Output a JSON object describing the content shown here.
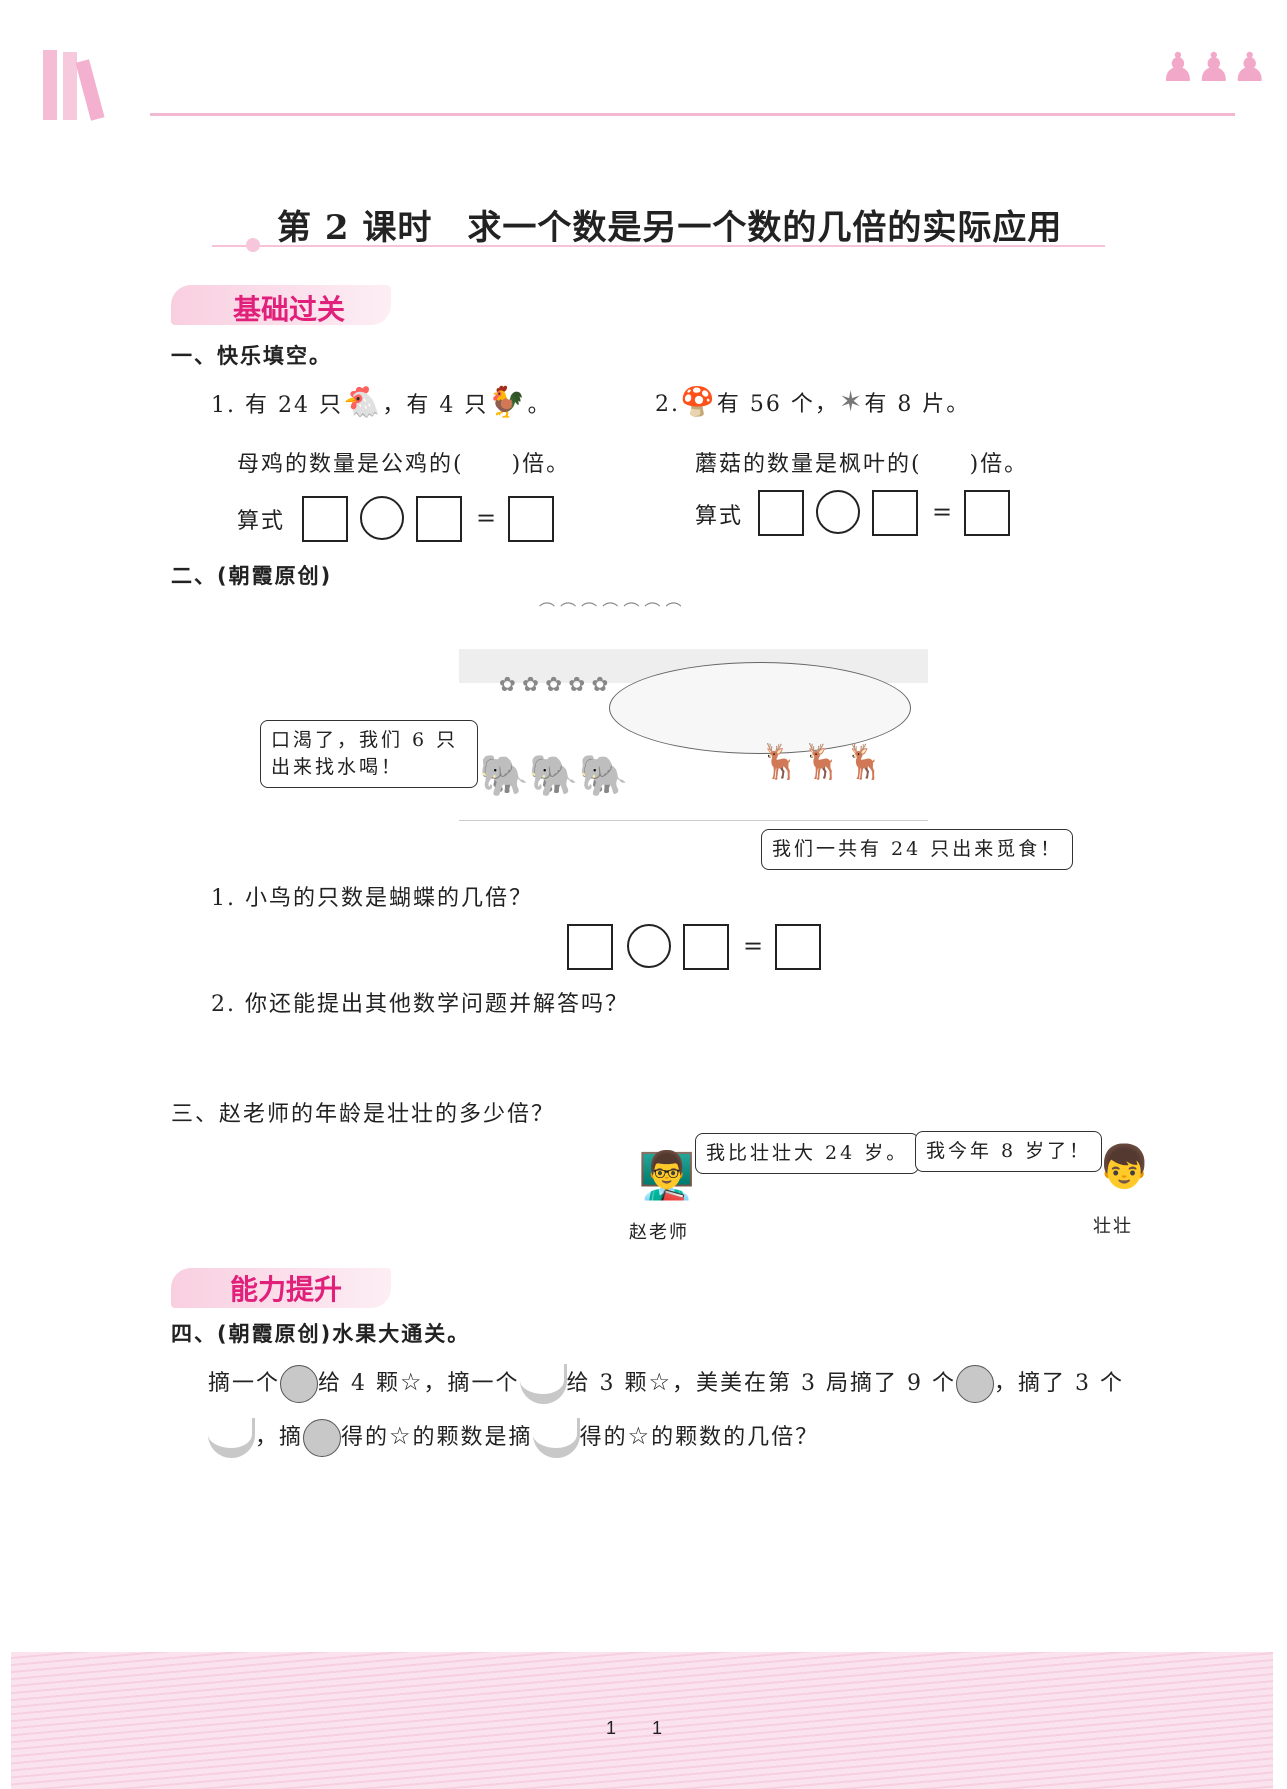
{
  "title": "第 2 课时　求一个数是另一个数的几倍的实际应用",
  "sections": {
    "basic": "基础过关",
    "advanced": "能力提升"
  },
  "q1": {
    "heading": "一、快乐填空。",
    "item1": {
      "a": "1. 有 24 只",
      "b": "，有 4 只",
      "c": "。",
      "sentence": "母鸡的数量是公鸡的(　　)倍。",
      "formula_label": "算式"
    },
    "item2": {
      "a": "2.",
      "b": "有 56 个，",
      "c": "有 8 片。",
      "sentence": "蘑菇的数量是枫叶的(　　)倍。",
      "formula_label": "算式"
    },
    "equals": "="
  },
  "q2": {
    "heading": "二、(朝霞原创)",
    "bubble_left": "口渴了，我们 6 只出来找水喝！",
    "bubble_right": "我们一共有 24 只出来觅食！",
    "sub1": "1. 小鸟的只数是蝴蝶的几倍？",
    "sub2": "2. 你还能提出其他数学问题并解答吗？"
  },
  "q3": {
    "heading": "三、赵老师的年龄是壮壮的多少倍？",
    "bubble_teacher": "我比壮壮大 24 岁。",
    "bubble_kid": "我今年 8 岁了！",
    "teacher_label": "赵老师",
    "kid_label": "壮壮"
  },
  "q4": {
    "heading": "四、(朝霞原创)水果大通关。",
    "l1": [
      "摘一个",
      "给 4 颗",
      "，摘一个",
      "给 3 颗",
      "，美美在第 3 局摘了 9 个",
      "，摘了 3 个"
    ],
    "l2": [
      "，摘",
      "得的",
      "的颗数是摘",
      "得的",
      "的颗数的几倍？"
    ]
  },
  "page_number": "1　　1"
}
